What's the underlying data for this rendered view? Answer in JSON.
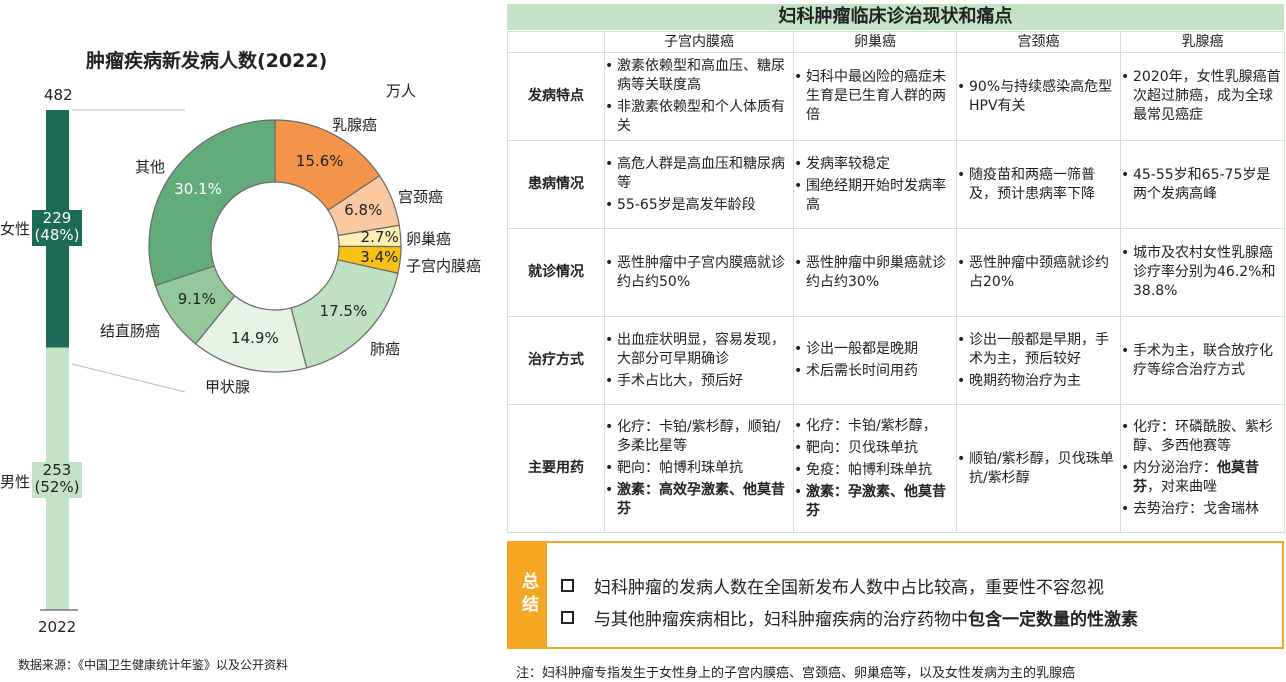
{
  "left": {
    "title": "肿瘤疾病新发病人数(2022)",
    "unit": "万人",
    "bar_top_value": "482",
    "female_label": "女性",
    "female_value": "229",
    "female_pct": "(48%)",
    "male_label": "男性",
    "male_value": "253",
    "male_pct": "(52%)",
    "year": "2022",
    "source": "数据来源：《中国卫生健康统计年鉴》以及公开资料"
  },
  "chart_data": [
    {
      "type": "bar",
      "categories": [
        "2022"
      ],
      "series": [
        {
          "name": "女性",
          "values": [
            229
          ]
        },
        {
          "name": "男性",
          "values": [
            253
          ]
        }
      ],
      "total": 482,
      "title": "肿瘤疾病新发病人数(2022)",
      "ylabel": "万人",
      "stacked": true
    },
    {
      "type": "pie",
      "donut": true,
      "slices": [
        {
          "label": "乳腺癌",
          "value": 15.6,
          "pct_label": "15.6%",
          "color": "#f4944a"
        },
        {
          "label": "宫颈癌",
          "value": 6.8,
          "pct_label": "6.8%",
          "color": "#fbc9a1"
        },
        {
          "label": "卵巢癌",
          "value": 2.7,
          "pct_label": "2.7%",
          "color": "#fdf0b4"
        },
        {
          "label": "子宫内膜癌",
          "value": 3.4,
          "pct_label": "3.4%",
          "color": "#f8c114"
        },
        {
          "label": "肺癌",
          "value": 17.5,
          "pct_label": "17.5%",
          "color": "#bfe0c1"
        },
        {
          "label": "甲状腺",
          "value": 14.9,
          "pct_label": "14.9%",
          "color": "#e6f3e6"
        },
        {
          "label": "结直肠癌",
          "value": 9.1,
          "pct_label": "9.1%",
          "color": "#92c89a"
        },
        {
          "label": "其他",
          "value": 30.1,
          "pct_label": "30.1%",
          "color": "#62ac7c"
        }
      ]
    }
  ],
  "colors": {
    "female_bar": "#1c6b56",
    "male_bar": "#c3e2c6",
    "table_header": "#c3e2c6",
    "summary_accent": "#f5a623"
  },
  "table": {
    "title": "妇科肿瘤临床诊治现状和痛点",
    "columns": [
      "子宫内膜癌",
      "卵巢癌",
      "宫颈癌",
      "乳腺癌"
    ],
    "rows": [
      {
        "head": "发病特点",
        "cells": [
          [
            {
              "t": "激素依赖型和高血压、糖尿病等关联度高"
            },
            {
              "t": "非激素依赖型和个人体质有关"
            }
          ],
          [
            {
              "t": "妇科中最凶险的癌症未生育是已生育人群的两倍"
            }
          ],
          [
            {
              "t": "90%与持续感染高危型HPV有关"
            }
          ],
          [
            {
              "t": "2020年，女性乳腺癌首次超过肺癌，成为全球最常见癌症"
            }
          ]
        ]
      },
      {
        "head": "患病情况",
        "cells": [
          [
            {
              "t": "高危人群是高血压和糖尿病等"
            },
            {
              "t": "55-65岁是高发年龄段"
            }
          ],
          [
            {
              "t": "发病率较稳定"
            },
            {
              "t": "围绝经期开始时发病率高"
            }
          ],
          [
            {
              "t": "随疫苗和两癌一筛普及，预计患病率下降"
            }
          ],
          [
            {
              "t": "45-55岁和65-75岁是两个发病高峰"
            }
          ]
        ]
      },
      {
        "head": "就诊情况",
        "cells": [
          [
            {
              "t": "恶性肿瘤中子宫内膜癌就诊约占约50%"
            }
          ],
          [
            {
              "t": "恶性肿瘤中卵巢癌就诊约占约30%"
            }
          ],
          [
            {
              "t": "恶性肿瘤中颈癌就诊约占20%"
            }
          ],
          [
            {
              "t": "城市及农村女性乳腺癌诊疗率分别为46.2%和38.8%"
            }
          ]
        ]
      },
      {
        "head": "治疗方式",
        "cells": [
          [
            {
              "t": "出血症状明显，容易发现，大部分可早期确诊"
            },
            {
              "t": "手术占比大，预后好"
            }
          ],
          [
            {
              "t": "诊出一般都是晚期"
            },
            {
              "t": "术后需长时间用药"
            }
          ],
          [
            {
              "t": "诊出一般都是早期，手术为主，预后较好"
            },
            {
              "t": "晚期药物治疗为主"
            }
          ],
          [
            {
              "t": "手术为主，联合放疗化疗等综合治疗方式"
            }
          ]
        ]
      },
      {
        "head": "主要用药",
        "cells": [
          [
            {
              "t": "化疗：卡铂/紫杉醇，顺铂/多柔比星等"
            },
            {
              "t": "靶向：帕博利珠单抗"
            },
            {
              "t": "激素：高效孕激素、他莫昔芬",
              "bold": true
            }
          ],
          [
            {
              "t": "化疗：卡铂/紫杉醇，"
            },
            {
              "t": "靶向：贝伐珠单抗"
            },
            {
              "t": "免疫：帕博利珠单抗"
            },
            {
              "t": "激素：孕激素、他莫昔芬",
              "bold": true
            }
          ],
          [
            {
              "t": "顺铂/紫杉醇，贝伐珠单抗/紫杉醇"
            }
          ],
          [
            {
              "t": "化疗：环磷酰胺、紫杉醇、多西他赛等"
            },
            {
              "t": "内分泌治疗：",
              "bold_tail": "他莫昔芬",
              "after": "，对来曲唑"
            },
            {
              "t": "去势治疗：戈舍瑞林"
            }
          ]
        ]
      }
    ]
  },
  "summary": {
    "tag": "总结",
    "line1": "妇科肿瘤的发病人数在全国新发布人数中占比较高，重要性不容忽视",
    "line2_prefix": "与其他肿瘤疾病相比，妇科肿瘤疾病的治疗药物中",
    "line2_bold": "包含一定数量的性激素"
  },
  "note": "注：妇科肿瘤专指发生于女性身上的子宫内膜癌、宫颈癌、卵巢癌等，以及女性发病为主的乳腺癌"
}
